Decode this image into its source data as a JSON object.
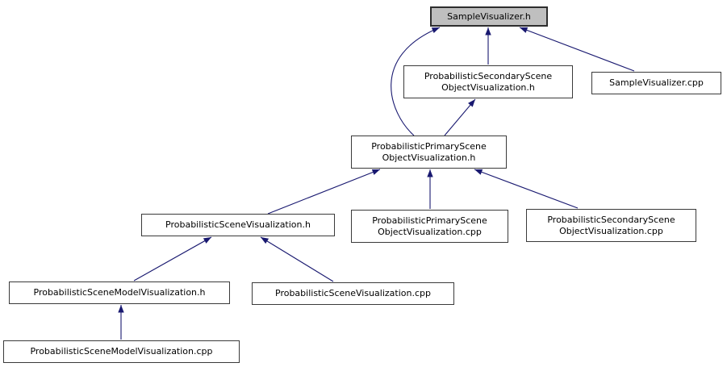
{
  "diagram": {
    "title": "SampleVisualizer.h include dependency graph",
    "type": "include-dependency-graph",
    "colors": {
      "arrow": "#191970",
      "node_border": "#3a3a3a",
      "node_fill": "#ffffff",
      "highlight_fill": "#bfbfbf",
      "background": "#ffffff",
      "text": "#000000"
    },
    "nodes": [
      {
        "id": "sample-visualizer-h",
        "label": "SampleVisualizer.h",
        "highlighted": true
      },
      {
        "id": "probabilistic-secondary-scene-object-visualization-h",
        "label": "ProbabilisticSecondaryScene\nObjectVisualization.h",
        "highlighted": false
      },
      {
        "id": "sample-visualizer-cpp",
        "label": "SampleVisualizer.cpp",
        "highlighted": false
      },
      {
        "id": "probabilistic-primary-scene-object-visualization-h",
        "label": "ProbabilisticPrimaryScene\nObjectVisualization.h",
        "highlighted": false
      },
      {
        "id": "probabilistic-scene-visualization-h",
        "label": "ProbabilisticSceneVisualization.h",
        "highlighted": false
      },
      {
        "id": "probabilistic-primary-scene-object-visualization-cpp",
        "label": "ProbabilisticPrimaryScene\nObjectVisualization.cpp",
        "highlighted": false
      },
      {
        "id": "probabilistic-secondary-scene-object-visualization-cpp",
        "label": "ProbabilisticSecondaryScene\nObjectVisualization.cpp",
        "highlighted": false
      },
      {
        "id": "probabilistic-scene-model-visualization-h",
        "label": "ProbabilisticSceneModelVisualization.h",
        "highlighted": false
      },
      {
        "id": "probabilistic-scene-visualization-cpp",
        "label": "ProbabilisticSceneVisualization.cpp",
        "highlighted": false
      },
      {
        "id": "probabilistic-scene-model-visualization-cpp",
        "label": "ProbabilisticSceneModelVisualization.cpp",
        "highlighted": false
      }
    ],
    "edges": [
      {
        "from": "probabilistic-primary-scene-object-visualization-h",
        "to": "sample-visualizer-h",
        "style": "curved"
      },
      {
        "from": "probabilistic-secondary-scene-object-visualization-h",
        "to": "sample-visualizer-h",
        "style": "straight"
      },
      {
        "from": "sample-visualizer-cpp",
        "to": "sample-visualizer-h",
        "style": "straight"
      },
      {
        "from": "probabilistic-primary-scene-object-visualization-h",
        "to": "probabilistic-secondary-scene-object-visualization-h",
        "style": "straight"
      },
      {
        "from": "probabilistic-scene-visualization-h",
        "to": "probabilistic-primary-scene-object-visualization-h",
        "style": "straight"
      },
      {
        "from": "probabilistic-primary-scene-object-visualization-cpp",
        "to": "probabilistic-primary-scene-object-visualization-h",
        "style": "straight"
      },
      {
        "from": "probabilistic-secondary-scene-object-visualization-cpp",
        "to": "probabilistic-primary-scene-object-visualization-h",
        "style": "straight"
      },
      {
        "from": "probabilistic-scene-model-visualization-h",
        "to": "probabilistic-scene-visualization-h",
        "style": "straight"
      },
      {
        "from": "probabilistic-scene-visualization-cpp",
        "to": "probabilistic-scene-visualization-h",
        "style": "straight"
      },
      {
        "from": "probabilistic-scene-model-visualization-cpp",
        "to": "probabilistic-scene-model-visualization-h",
        "style": "straight"
      }
    ]
  }
}
